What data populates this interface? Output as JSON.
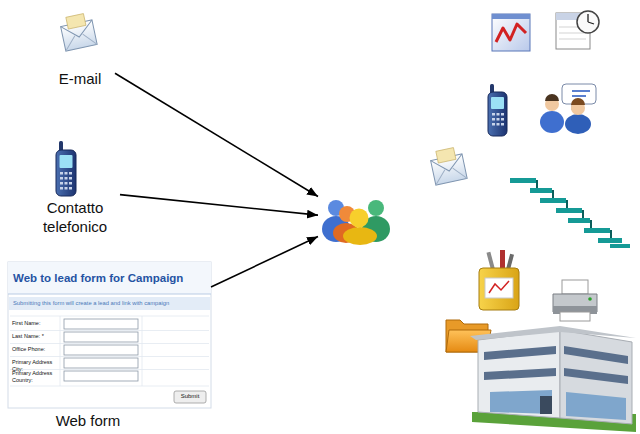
{
  "diagram": {
    "nodes": [
      {
        "text": [
          "E-mail"
        ]
      },
      {
        "text": [
          "Contatto telefonico"
        ]
      },
      {
        "text": [
          "Web to lead form for Campaign",
          "Submitting this form will create a lead and link with campaign",
          "Web form"
        ]
      },
      {
        "text": []
      }
    ],
    "edges": [
      {
        "from": 0,
        "to": 3,
        "arrow": "to"
      },
      {
        "from": 1,
        "to": 3,
        "arrow": "to"
      },
      {
        "from": 2,
        "to": 3,
        "arrow": "to"
      }
    ],
    "labels": [
      "First Name:",
      "Last Name: *",
      "Office Phone:",
      "Primary Address City:",
      "Primary Address Country:",
      "Submit"
    ]
  }
}
